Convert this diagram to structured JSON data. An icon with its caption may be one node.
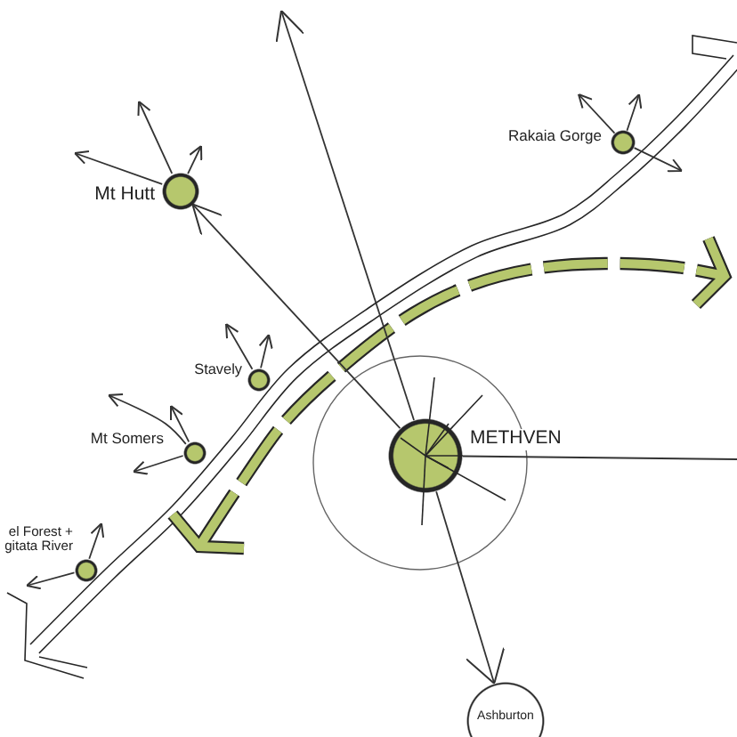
{
  "diagram": {
    "nodes": [
      {
        "text": [],
        "shape": "circle",
        "beside": [
          "Rakaia Gorge"
        ]
      },
      {
        "text": [],
        "shape": "circle",
        "beside": [
          "Mt Hutt"
        ]
      },
      {
        "text": [],
        "shape": "circle",
        "beside": [
          "Stavely"
        ]
      },
      {
        "text": [],
        "shape": "circle",
        "beside": [
          "Mt Somers"
        ]
      },
      {
        "text": [],
        "shape": "circle",
        "beside": [
          "METHVEN"
        ]
      },
      {
        "text": [],
        "shape": "circle",
        "beside": [
          "el Forest + gitata River"
        ]
      },
      {
        "text": [
          "Ashburton"
        ]
      }
    ],
    "edges": [
      {
        "from": 4,
        "to": 1,
        "arrow": "to"
      },
      {
        "from": 4,
        "to": null,
        "arrow": "to"
      },
      {
        "from": 4,
        "to": null,
        "arrow": "none"
      },
      {
        "from": 4,
        "to": 6,
        "arrow": "to"
      },
      {
        "from": 0,
        "to": null,
        "arrow": "to"
      },
      {
        "from": 0,
        "to": null,
        "arrow": "to"
      },
      {
        "from": 0,
        "to": null,
        "arrow": "to"
      },
      {
        "from": 1,
        "to": null,
        "arrow": "to"
      },
      {
        "from": 1,
        "to": null,
        "arrow": "to"
      },
      {
        "from": 1,
        "to": null,
        "arrow": "to"
      },
      {
        "from": 2,
        "to": null,
        "arrow": "to"
      },
      {
        "from": 2,
        "to": null,
        "arrow": "to"
      },
      {
        "from": 3,
        "to": null,
        "arrow": "to"
      },
      {
        "from": 3,
        "to": null,
        "arrow": "to"
      },
      {
        "from": 3,
        "to": null,
        "arrow": "to"
      },
      {
        "from": 5,
        "to": null,
        "arrow": "to"
      },
      {
        "from": 5,
        "to": null,
        "arrow": "to"
      }
    ]
  }
}
